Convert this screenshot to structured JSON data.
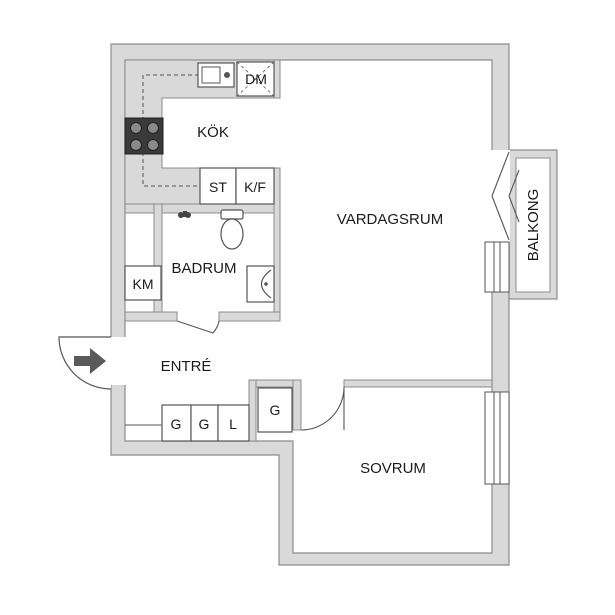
{
  "rooms": {
    "kitchen": "KÖK",
    "living": "VARDAGSRUM",
    "bathroom": "BADRUM",
    "entrance": "ENTRÉ",
    "bedroom": "SOVRUM",
    "balcony": "BALKONG"
  },
  "fixtures": {
    "dishwasher": "DM",
    "stove": "ST",
    "fridge_freezer": "K/F",
    "washing_machine": "KM",
    "wardrobe_1": "G",
    "wardrobe_2": "G",
    "linen_closet": "L",
    "wardrobe_bedroom": "G"
  },
  "colors": {
    "wall_fill": "#d9d9d9",
    "wall_line": "#8c8c8c",
    "line": "#555555",
    "entry_arrow": "#5a5a5a"
  },
  "icons": [
    "entry-arrow-icon",
    "sink-icon",
    "stove-icon",
    "toilet-icon",
    "washbasin-icon",
    "faucet-icon"
  ]
}
